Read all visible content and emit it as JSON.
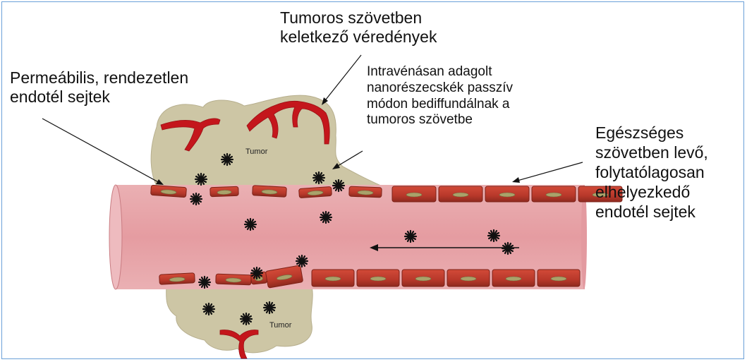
{
  "labels": {
    "tumor_vessels": [
      "Tumoros szövetben",
      "keletkező véredények"
    ],
    "permeable_endothelium": [
      "Permeábilis, rendezetlen",
      "endotél sejtek"
    ],
    "nanoparticles": [
      "Intravénásan adagolt",
      "nanorészecskék passzív",
      "módon bediffundálnak a",
      "tumoros szövetbe"
    ],
    "healthy_endothelium": [
      "Egészséges",
      "szövetben levő,",
      "folytatólagosan",
      "elhelyezkedő",
      "endotél sejtek"
    ],
    "tumor_top": "Tumor",
    "tumor_bottom": "Tumor"
  },
  "colors": {
    "vessel_lumen": "#e8a1a5",
    "vessel_edge": "#c97c82",
    "endothelial_cell": "#b8382a",
    "endothelial_nucleus": "#a9a26a",
    "tumor_tissue": "#cdc6a5",
    "tumor_vessel": "#c4161c",
    "nanoparticle": "#111111",
    "frame": "#6aa0d8"
  }
}
